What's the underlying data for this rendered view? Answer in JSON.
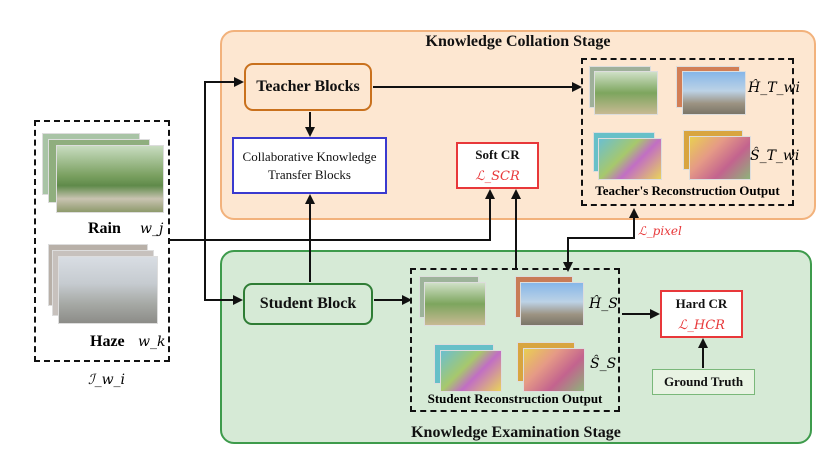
{
  "stages": {
    "top_title": "Knowledge Collation Stage",
    "bottom_title": "Knowledge Examination Stage"
  },
  "blocks": {
    "teacher": "Teacher Blocks",
    "student": "Student Block",
    "collab_line1": "Collaborative Knowledge",
    "collab_line2": "Transfer Blocks",
    "soft_cr": "Soft CR",
    "soft_loss": "ℒ_SCR",
    "hard_cr": "Hard CR",
    "hard_loss": "ℒ_HCR",
    "ground_truth": "Ground Truth"
  },
  "input": {
    "rain_label": "Rain",
    "rain_weight": "w_j",
    "haze_label": "Haze",
    "haze_weight": "w_k",
    "set_label": "ℐ_w_i"
  },
  "teacher_output": {
    "caption": "Teacher's Reconstruction Output",
    "h_label": "Ĥ_T_wi",
    "s_label": "Ŝ_T_wi"
  },
  "student_output": {
    "caption": "Student Reconstruction Output",
    "h_label": "Ĥ_S",
    "s_label": "Ŝ_S"
  },
  "pixel_loss": "ℒ_pixel"
}
